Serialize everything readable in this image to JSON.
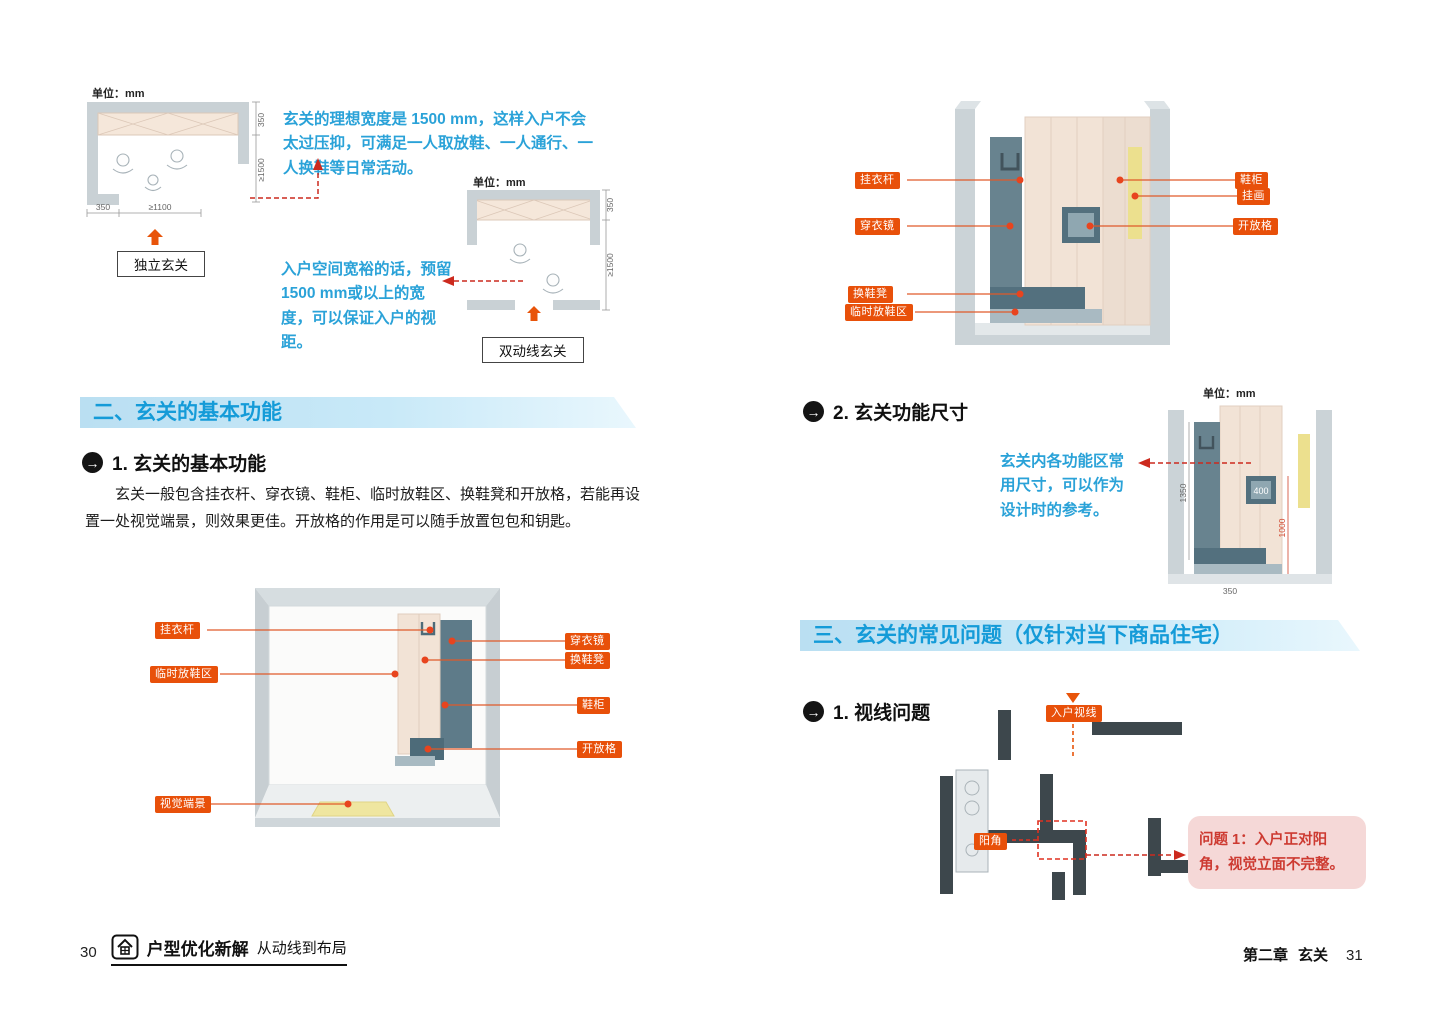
{
  "palette": {
    "section_text": "#149bd8",
    "chip_bg": "#e8500a",
    "note_blue": "#2aa2d8",
    "problem_red": "#cd3a31",
    "problem_bg": "#f5d8d7"
  },
  "left_page": {
    "diagram_standalone": {
      "unit": "单位：mm",
      "dim_350_top": "350",
      "dim_1500": "≥1500",
      "dim_350_bottom": "350",
      "dim_1100": "≥1100",
      "caption": "独立玄关"
    },
    "note_ideal_width": "玄关的理想宽度是 1500 mm，这样入户不会太过压抑，可满足一人取放鞋、一人通行、一人换鞋等日常活动。",
    "diagram_double": {
      "unit": "单位：mm",
      "dim_350": "350",
      "dim_1500": "≥1500",
      "caption": "双动线玄关"
    },
    "note_reserve": "入户空间宽裕的话，预留1500 mm或以上的宽度，可以保证入户的视距。",
    "section_basic": "二、玄关的基本功能",
    "sub_basic": "1. 玄关的基本功能",
    "body": "玄关一般包含挂衣杆、穿衣镜、鞋柜、临时放鞋区、换鞋凳和开放格，若能再设置一处视觉端景，则效果更佳。开放格的作用是可以随手放置包包和钥匙。",
    "axo_labels": {
      "coat_rod": "挂衣杆",
      "temp_shoe": "临时放鞋区",
      "visual_end": "视觉端景",
      "mirror": "穿衣镜",
      "bench": "换鞋凳",
      "shoe_cabinet": "鞋柜",
      "open_shelf": "开放格"
    },
    "footer": {
      "page": "30",
      "title": "户型优化新解",
      "subtitle": "从动线到布局"
    }
  },
  "right_page": {
    "axo_labels": {
      "coat_rod": "挂衣杆",
      "mirror": "穿衣镜",
      "bench": "换鞋凳",
      "temp_shoe": "临时放鞋区",
      "shoe_cabinet": "鞋柜",
      "picture": "挂画",
      "open_shelf": "开放格"
    },
    "sub_size": "2. 玄关功能尺寸",
    "dim_diagram": {
      "unit": "单位：mm",
      "d1350": "1350",
      "d400": "400",
      "d1000": "1000",
      "d350": "350"
    },
    "note_size": "玄关内各功能区常用尺寸，可以作为设计时的参考。",
    "section_problem": "三、玄关的常见问题（仅针对当下商品住宅）",
    "sub_sight": "1. 视线问题",
    "plan_labels": {
      "entry_sight": "入户视线",
      "corner": "阳角"
    },
    "problem_text": "问题 1：入户正对阳角，视觉立面不完整。",
    "footer": {
      "chapter": "第二章",
      "chapter_name": "玄关",
      "page": "31"
    }
  }
}
